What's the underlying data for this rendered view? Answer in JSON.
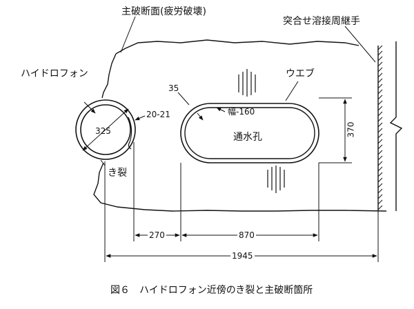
{
  "caption": "図６　ハイドロフォン近傍のき裂と主破断箇所",
  "labels": {
    "main_fracture": "主破断面(疲労破壊)",
    "butt_weld": "突合せ溶接周継手",
    "hydrophone": "ハイドロフォン",
    "web": "ウエブ",
    "crack": "き裂",
    "hole": "通水孔",
    "radius_35": "35",
    "width_160": "幅-160",
    "range_20_21": "20-21",
    "dia_325": "325"
  },
  "dimensions": {
    "d270": "270",
    "d870": "870",
    "d1945": "1945",
    "d370": "370"
  }
}
